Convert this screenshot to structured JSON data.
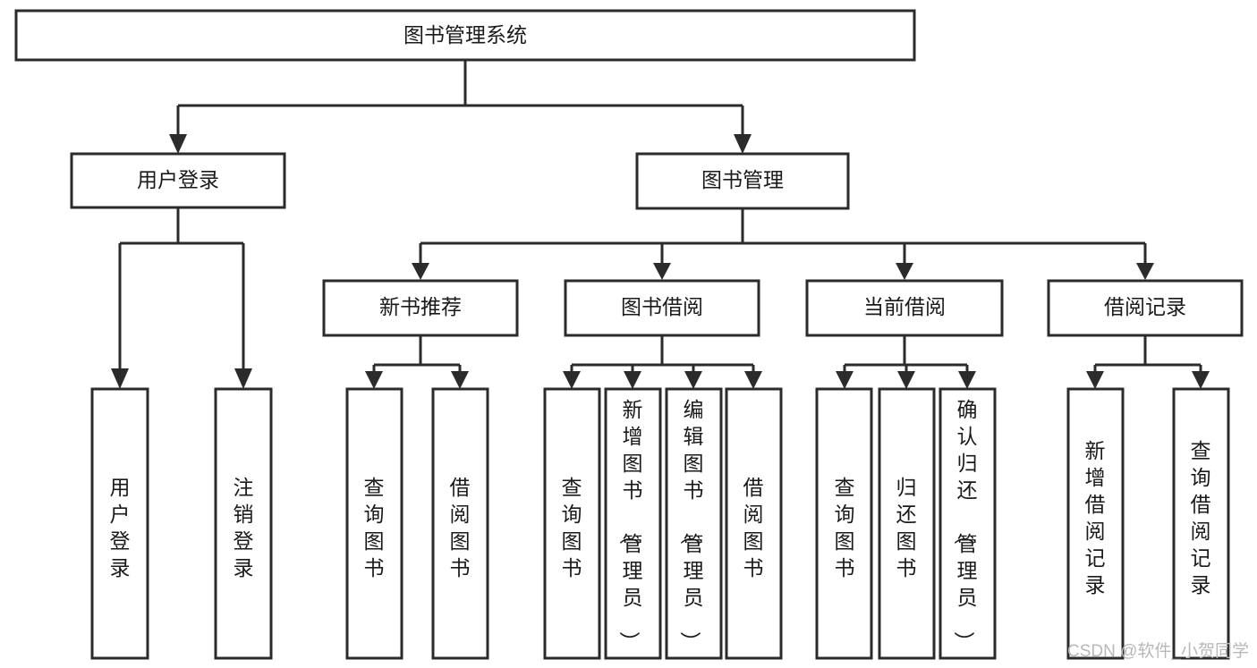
{
  "diagram": {
    "title": "图书管理系统",
    "type": "tree-hierarchy-diagram",
    "colors": {
      "stroke": "#2b2b2b",
      "box_fill": "#ffffff",
      "text": "#1a1a1a",
      "background": "#ffffff",
      "watermark": "#b8b8b8"
    },
    "root": {
      "id": "root",
      "label": "图书管理系统"
    },
    "level2": [
      {
        "id": "user-login",
        "label": "用户登录"
      },
      {
        "id": "book-management",
        "label": "图书管理"
      }
    ],
    "level3": [
      {
        "id": "new-book-recommend",
        "label": "新书推荐",
        "parent": "book-management"
      },
      {
        "id": "book-borrow",
        "label": "图书借阅",
        "parent": "book-management"
      },
      {
        "id": "current-borrow",
        "label": "当前借阅",
        "parent": "book-management"
      },
      {
        "id": "borrow-record",
        "label": "借阅记录",
        "parent": "book-management"
      }
    ],
    "leaves": {
      "user-login": [
        {
          "id": "leaf-user-login",
          "label": "用户登录"
        },
        {
          "id": "leaf-user-logout",
          "label": "注销登录"
        }
      ],
      "new-book-recommend": [
        {
          "id": "leaf-query-book-1",
          "label": "查询图书"
        },
        {
          "id": "leaf-borrow-book-1",
          "label": "借阅图书"
        }
      ],
      "book-borrow": [
        {
          "id": "leaf-query-book-2",
          "label": "查询图书"
        },
        {
          "id": "leaf-add-book",
          "label": "新增图书（管理员）"
        },
        {
          "id": "leaf-edit-book",
          "label": "编辑图书（管理员）"
        },
        {
          "id": "leaf-borrow-book-2",
          "label": "借阅图书"
        }
      ],
      "current-borrow": [
        {
          "id": "leaf-query-book-3",
          "label": "查询图书"
        },
        {
          "id": "leaf-return-book",
          "label": "归还图书"
        },
        {
          "id": "leaf-confirm-return",
          "label": "确认归还（管理员）"
        }
      ],
      "borrow-record": [
        {
          "id": "leaf-add-record",
          "label": "新增借阅记录"
        },
        {
          "id": "leaf-query-record",
          "label": "查询借阅记录"
        }
      ]
    }
  },
  "watermark": {
    "text": "CSDN @软件_小贺同学"
  }
}
